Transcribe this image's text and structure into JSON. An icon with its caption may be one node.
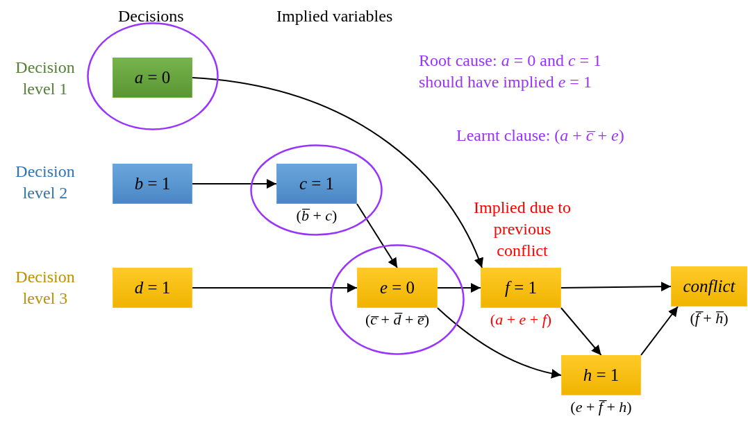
{
  "diagram": {
    "nodes": [
      {
        "text": [],
        "shape": "circle"
      },
      {
        "text": [
          "a = 0"
        ],
        "in": 0
      },
      {
        "text": [
          "b = 1"
        ]
      },
      {
        "text": [],
        "shape": "circle"
      },
      {
        "text": [
          "c = 1"
        ],
        "in": 3,
        "beside": [
          "(b̅ + c)"
        ]
      },
      {
        "text": [
          "d = 1"
        ]
      },
      {
        "text": [],
        "shape": "circle"
      },
      {
        "text": [
          "e = 0"
        ],
        "in": 6,
        "beside": [
          "(c̅ + d̅ + e̅)"
        ]
      },
      {
        "text": [
          "f = 1"
        ],
        "beside": [
          "(a + e + f)"
        ]
      },
      {
        "text": [
          "conflict"
        ],
        "beside": [
          "(f̅ + h̅)"
        ]
      },
      {
        "text": [
          "h = 1"
        ],
        "beside": [
          "(e + f̅ + h)"
        ]
      }
    ],
    "edges": [
      {
        "from": 1,
        "to": 8,
        "arrow": "to"
      },
      {
        "from": 2,
        "to": 4,
        "arrow": "to"
      },
      {
        "from": 4,
        "to": 7,
        "arrow": "to"
      },
      {
        "from": 5,
        "to": 7,
        "arrow": "to"
      },
      {
        "from": 7,
        "to": 8,
        "arrow": "to"
      },
      {
        "from": 7,
        "to": 10,
        "arrow": "to"
      },
      {
        "from": 8,
        "to": 9,
        "arrow": "to"
      },
      {
        "from": 8,
        "to": 10,
        "arrow": "to"
      },
      {
        "from": 10,
        "to": 9,
        "arrow": "to"
      }
    ],
    "labels": [
      "Decisions",
      "Implied variables",
      "Decision level 1",
      "Root cause: a = 0 and c = 1 should have implied e = 1",
      "Learnt clause: (a + c̅ + e)",
      "Decision level 2",
      "Implied due to previous conflict",
      "Decision level 3"
    ]
  }
}
